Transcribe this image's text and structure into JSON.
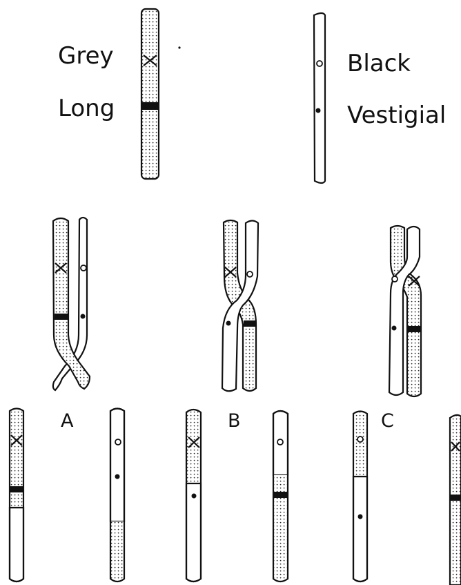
{
  "labels": {
    "grey": "Grey",
    "long": "Long",
    "black": "Black",
    "vestigial": "Vestigial",
    "panel_a": "A",
    "panel_b": "B",
    "panel_c": "C"
  },
  "legend": {
    "grey_pattern": "stippled",
    "black_pattern": "plain",
    "grey_marker": "cross",
    "long_marker": "band",
    "black_marker": "open-circle",
    "vestigial_marker": "dot"
  },
  "colors": {
    "ink": "#111111",
    "paper": "#ffffff"
  }
}
